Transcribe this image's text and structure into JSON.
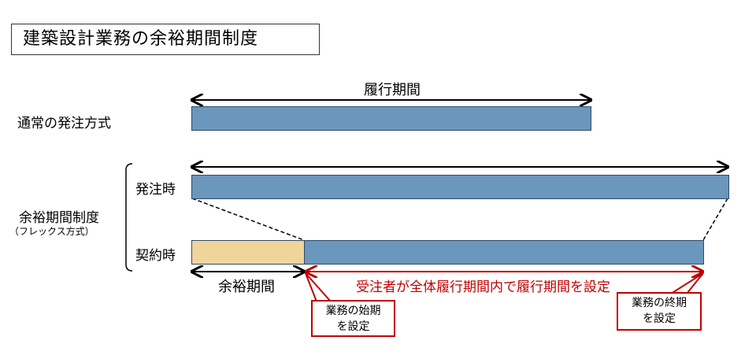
{
  "title": "建築設計業務の余裕期間制度",
  "labels": {
    "performance_period": "履行期間",
    "normal_method": "通常の発注方式",
    "at_order": "発注時",
    "flex_system": "余裕期間制度",
    "flex_system_sub": "（フレックス方式）",
    "at_contract": "契約時",
    "margin_period": "余裕期間",
    "contractor_sets": "受注者が全体履行期間内で履行期間を設定"
  },
  "callouts": {
    "start": {
      "line1": "業務の始期",
      "line2": "を設定"
    },
    "end": {
      "line1": "業務の終期",
      "line2": "を設定"
    }
  },
  "colors": {
    "bar": "#6a97bb",
    "margin": "#f0d59a",
    "accent": "#c00000"
  }
}
